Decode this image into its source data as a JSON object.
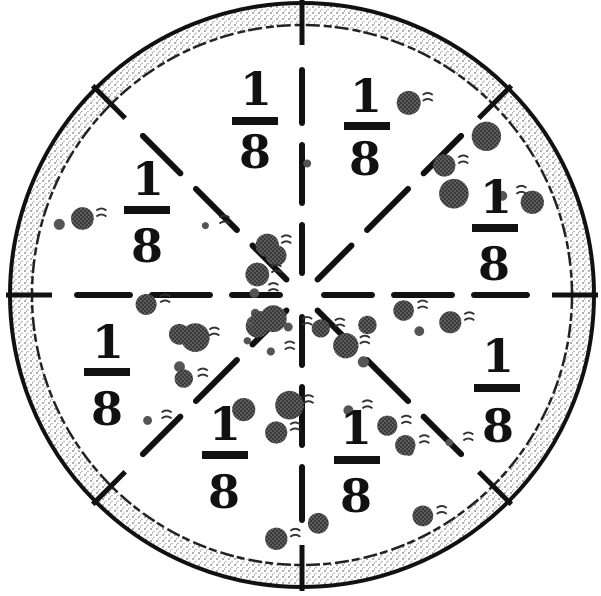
{
  "figure": {
    "slices": [
      {
        "numerator": "1",
        "denominator": "8"
      },
      {
        "numerator": "1",
        "denominator": "8"
      },
      {
        "numerator": "1",
        "denominator": "8"
      },
      {
        "numerator": "1",
        "denominator": "8"
      },
      {
        "numerator": "1",
        "denominator": "8"
      },
      {
        "numerator": "1",
        "denominator": "8"
      },
      {
        "numerator": "1",
        "denominator": "8"
      },
      {
        "numerator": "1",
        "denominator": "8"
      }
    ],
    "colors": {
      "ink": "#111111",
      "crust": "#6e6e6e",
      "topping": "#444444",
      "background": "#ffffff"
    }
  }
}
